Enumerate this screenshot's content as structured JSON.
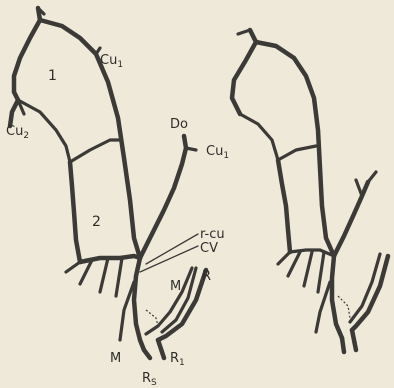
{
  "left_wing": {
    "cell_1": "1",
    "cell_2": "2",
    "cu1_top": {
      "main": "Cu",
      "sub": "1"
    },
    "cu2": {
      "main": "Cu",
      "sub": "2"
    },
    "do": "Do",
    "cu1_right": {
      "main": "Cu",
      "sub": "1"
    },
    "r_cu": "r-cu",
    "cv": "CV",
    "m_inner": "M",
    "r": "R",
    "m_outer": "M",
    "r1": {
      "main": "R",
      "sub": "1"
    },
    "rs": {
      "main": "R",
      "sub": "S"
    }
  }
}
